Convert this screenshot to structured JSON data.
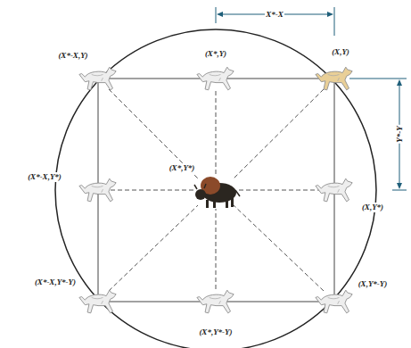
{
  "diagram": {
    "labels": [
      "X*-X",
      "Y*-Y",
      "(X*-X,Y)",
      "(X*,Y)",
      "(X,Y)",
      "(X*-X,Y*)",
      "(X*,Y*)",
      "(X,Y*)",
      "(X*-X,Y*-Y)",
      "(X*,Y*-Y)",
      "(X,Y*-Y)"
    ]
  }
}
